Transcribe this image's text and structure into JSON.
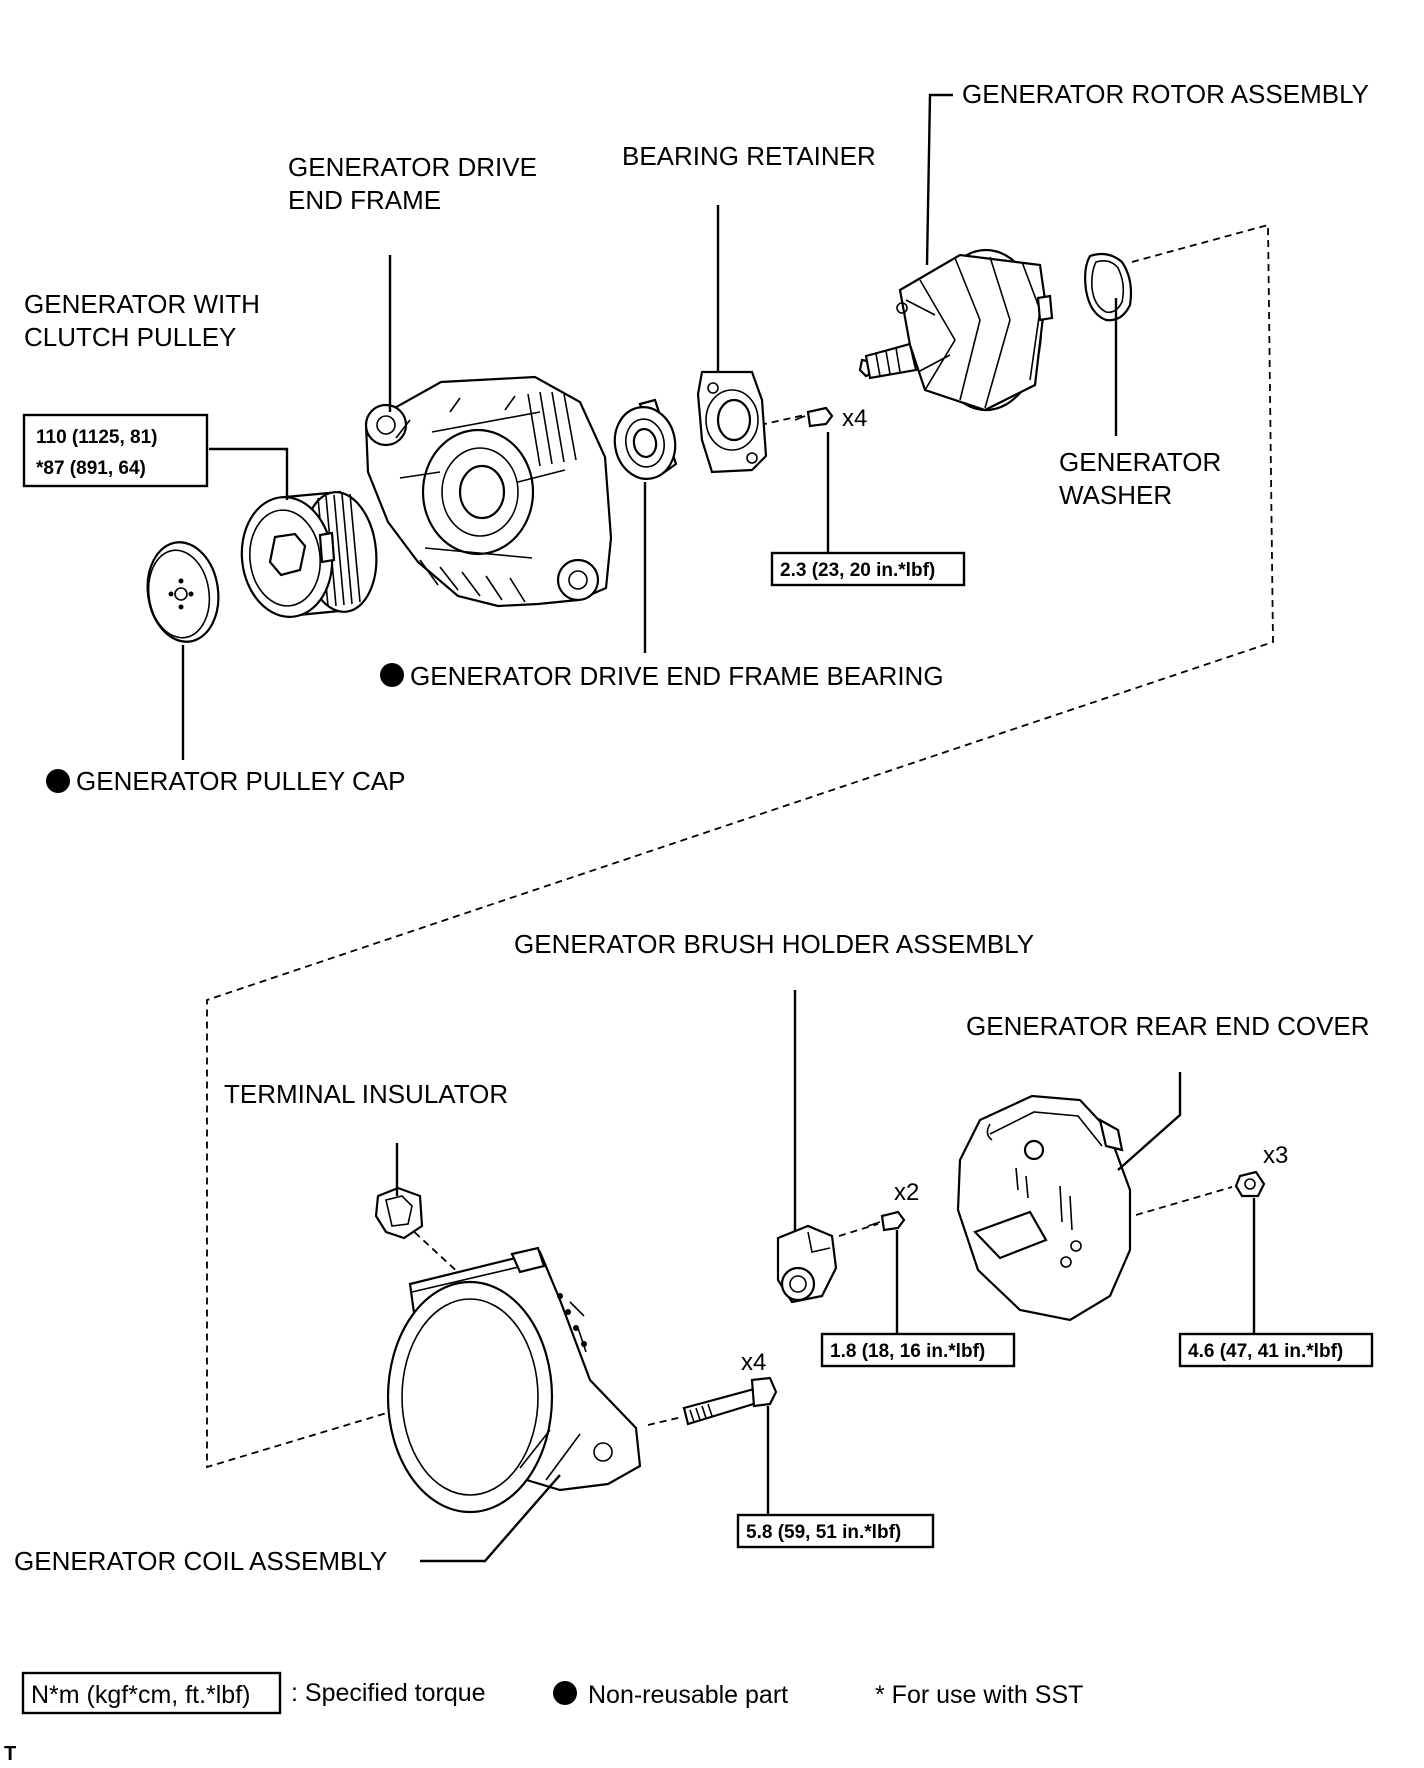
{
  "labels": {
    "rotor": "GENERATOR ROTOR ASSEMBLY",
    "drive_frame_1": "GENERATOR DRIVE",
    "drive_frame_2": "END FRAME",
    "retainer": "BEARING RETAINER",
    "pulley_1": "GENERATOR WITH",
    "pulley_2": "CLUTCH PULLEY",
    "washer_1": "GENERATOR",
    "washer_2": "WASHER",
    "frame_bearing": "GENERATOR DRIVE END FRAME BEARING",
    "pulley_cap": "GENERATOR PULLEY CAP",
    "brush_holder": "GENERATOR BRUSH HOLDER ASSEMBLY",
    "rear_cover": "GENERATOR REAR END COVER",
    "terminal_insulator": "TERMINAL INSULATOR",
    "coil": "GENERATOR COIL ASSEMBLY"
  },
  "torques": {
    "pulley_1": "110 (1125, 81)",
    "pulley_2": "*87 (891, 64)",
    "retainer_screw": "2.3 (23, 20 in.*lbf)",
    "brush_screw": "1.8 (18, 16 in.*lbf)",
    "cover_nut": "4.6 (47, 41 in.*lbf)",
    "coil_bolt": "5.8 (59, 51 in.*lbf)"
  },
  "quantities": {
    "retainer_screw": "x4",
    "brush_screw": "x2",
    "cover_nut": "x3",
    "coil_bolt": "x4"
  },
  "legend": {
    "torque_box": "N*m (kgf*cm, ft.*lbf)",
    "torque_text": ": Specified torque",
    "nonreusable": "Non-reusable part",
    "sst": "* For use with SST"
  },
  "corner_mark": "T"
}
